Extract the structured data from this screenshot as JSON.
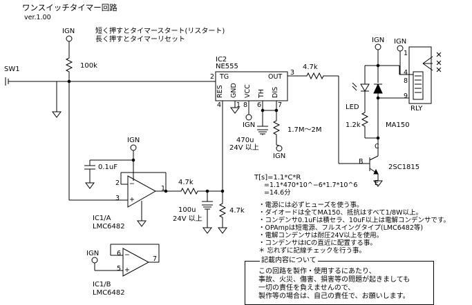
{
  "title": "ワンスイッチタイマー回路",
  "version": "ver.1.00",
  "switch": {
    "name": "SW1",
    "note_short": "短く押すとタイマースタート(リスタート)",
    "note_long": "長く押すとタイマーリセット"
  },
  "ign": "IGN",
  "resistors": {
    "r_pullup": "100k",
    "r_out": "4.7k",
    "r_timing": "1.7M〜2M",
    "r_base": "1.2k",
    "r_series": "4.7k",
    "r_bleed": "4.7k"
  },
  "caps": {
    "c_timing_value": "470u",
    "c_timing_rating": "24V 以上",
    "c_opamp": "0.1uF",
    "c_out_value": "100u",
    "c_out_rating": "24V 以上"
  },
  "ic2": {
    "ref": "IC2",
    "part": "NE555",
    "pins": [
      "RES",
      "GND",
      "VCC",
      "TH",
      "DIS"
    ],
    "pin_tg": "TG",
    "pin_out": "OUT",
    "pin_numbers": {
      "p2": "2",
      "p3": "3",
      "p4": "4",
      "p1": "1",
      "p8": "8",
      "p6": "6",
      "p7": "7"
    }
  },
  "ic1a": {
    "ref": "IC1/A",
    "part": "LMC6482",
    "pin2": "2",
    "pin3": "3",
    "pin1": "1",
    "plus": "+",
    "minus": "−"
  },
  "ic1b": {
    "ref": "IC1/B",
    "part": "LMC6482",
    "pin5": "5",
    "pin6": "6",
    "pin7": "7",
    "plus": "+",
    "minus": "−"
  },
  "led": "LED",
  "diode": "MA150",
  "transistor": {
    "part": "2SC1815",
    "b": "B",
    "c": "C",
    "e": "E"
  },
  "relay": {
    "name": "RLY",
    "pin_nums": [
      "1",
      "4",
      "8",
      "9"
    ]
  },
  "formula": {
    "line1": "T[s]=1.1*C*R",
    "line2": "=1.1*470*10^−6*1.7*10^6",
    "line3": "=14.6分"
  },
  "notes": [
    "・電源には必ずヒューズを使う事。",
    "・ダイオードは全てMA150、抵抗はすべて1/8W以上。",
    "・コンデンサ0.1uFは積セラ、10uF以上は電解コンデンサです。",
    "・OPAmpは短電源、フルスイングタイプ(LMC6482等)",
    "・電解コンデンサは耐圧24V以上を使用。",
    "・コンデンサはICの直近に配置する事。",
    "＊ 忘れずに記線チェックを行う事。"
  ],
  "disclaimer": {
    "heading": "記載内容について",
    "lines": [
      "この回路を製作・使用するにあたり、",
      "事故、火災、傷害、損害等の問題が起きましても",
      "一切の責任を負えませんので、",
      "製作等の場合は、自己の責任で、お願いします。"
    ]
  }
}
